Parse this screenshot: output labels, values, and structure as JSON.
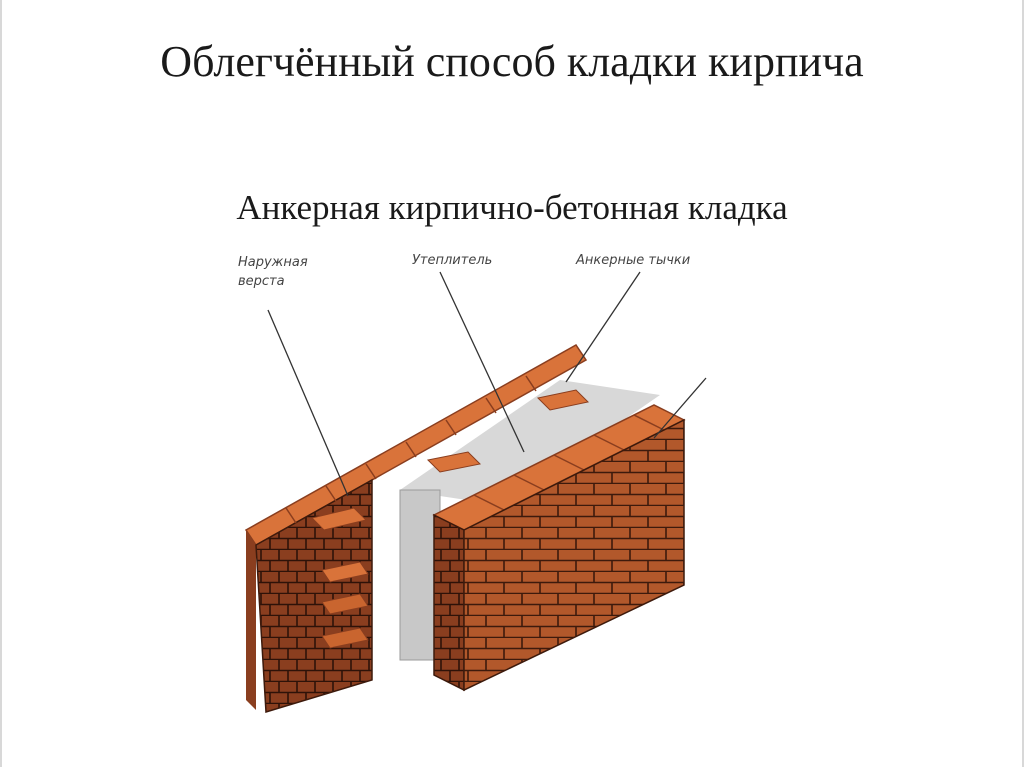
{
  "slide": {
    "title": "Облегчённый способ кладки кирпича",
    "subtitle": "Анкерная кирпично-бетонная кладка"
  },
  "diagram": {
    "labels": {
      "outer_face_line1": "Наружная",
      "outer_face_line2": "верста",
      "insulation": "Утеплитель",
      "anchor_headers": "Анкерные тычки"
    },
    "colors": {
      "brick_top": "#d9733a",
      "brick_front": "#b2582b",
      "brick_side": "#8a3e1f",
      "mortar": "#3d1a0c",
      "insulation_front": "#c8c8c8",
      "insulation_top": "#d8d8d8",
      "leader_line": "#333333"
    }
  }
}
